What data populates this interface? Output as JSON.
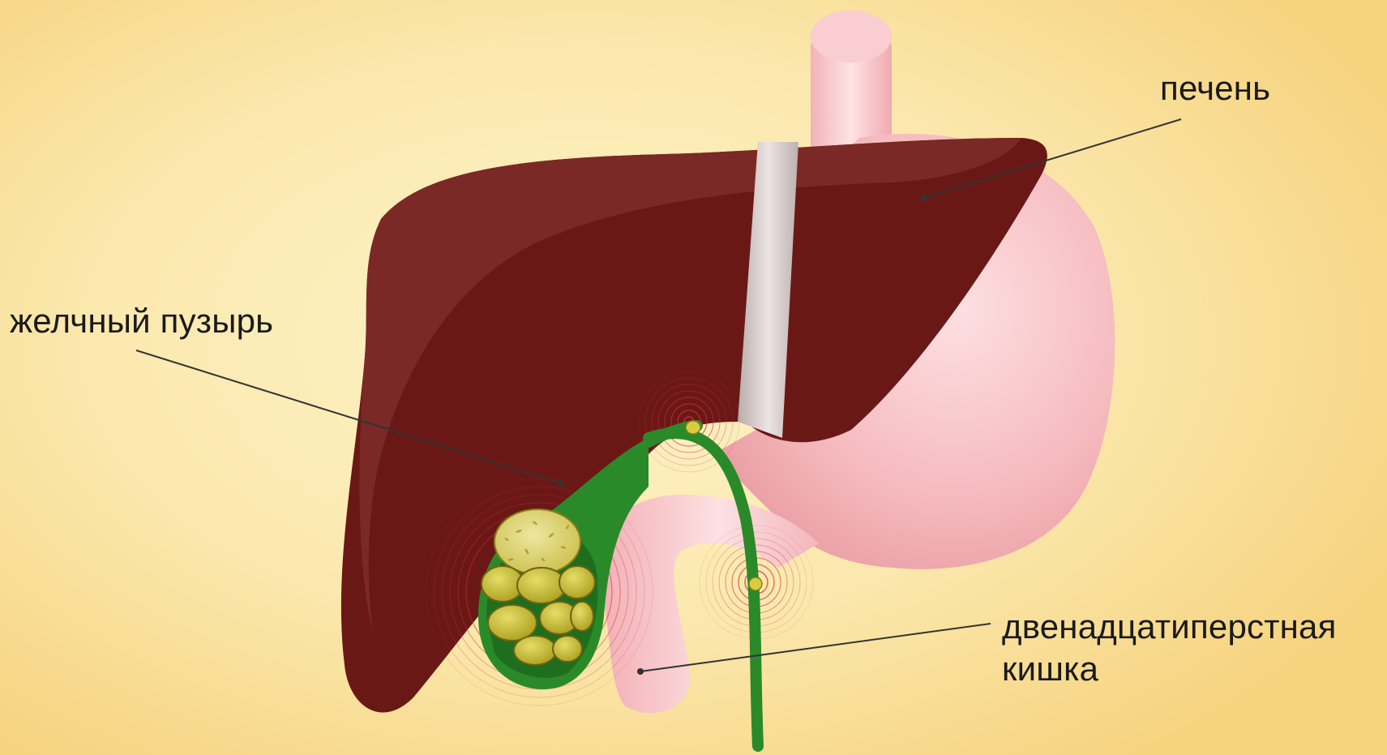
{
  "labels": {
    "liver": "печень",
    "gallbladder": "желчный пузырь",
    "duodenum_line1": "двенадцатиперстная",
    "duodenum_line2": "кишка"
  },
  "colors": {
    "background_center": "#fdf3c8",
    "background_edge": "#f6d37f",
    "liver": "#6a1816",
    "liver_highlight": "#7c2b28",
    "stomach": "#f4b4b8",
    "ligament": "#cfc4c4",
    "bile_duct": "#2a8a2a",
    "gallstone": "#c9c033",
    "pain_rings": "#d0283a"
  }
}
